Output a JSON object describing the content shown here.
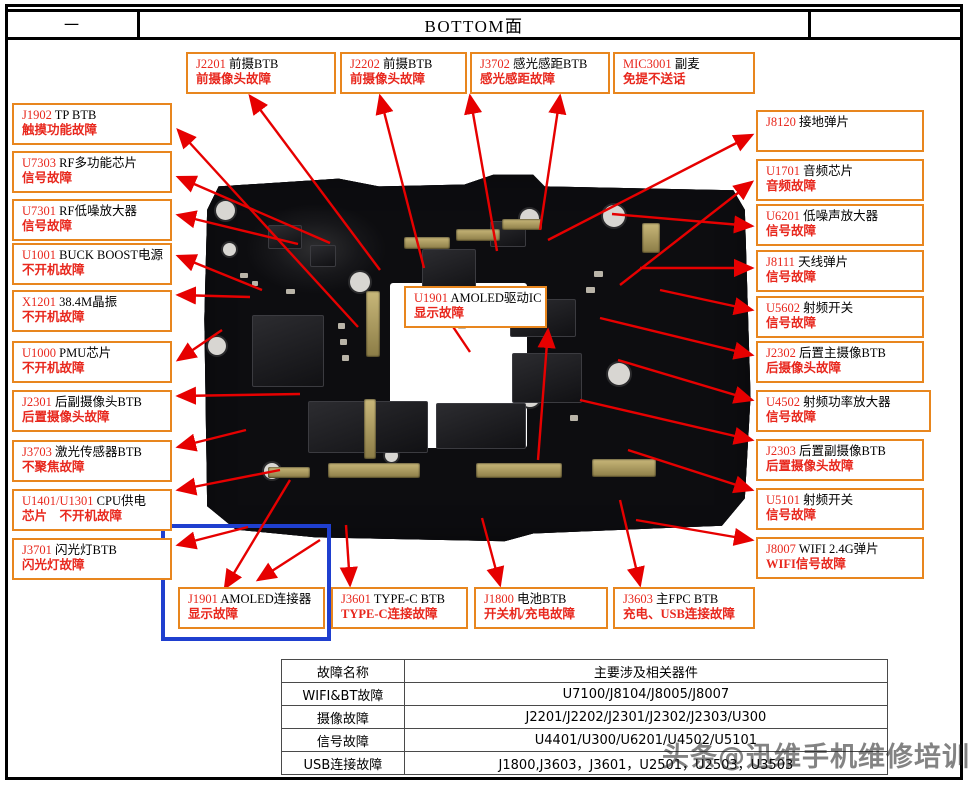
{
  "header": {
    "left_label": "一",
    "title": "BOTTOM面",
    "right_label": ""
  },
  "center_callout": {
    "code": "U1901",
    "name": "AMOLED驱动IC",
    "fault": "显示故障"
  },
  "top_callouts": [
    {
      "code": "J2201",
      "name": "前摄BTB",
      "fault": "前摄像头故障"
    },
    {
      "code": "J2202",
      "name": "前摄BTB",
      "fault": "前摄像头故障"
    },
    {
      "code": "J3702",
      "name": "感光感距BTB",
      "fault": "感光感距故障"
    },
    {
      "code": "MIC3001",
      "name": "副麦",
      "fault": "免提不送话"
    }
  ],
  "left_callouts": [
    {
      "code": "J1902",
      "name": "TP BTB",
      "fault": "触摸功能故障"
    },
    {
      "code": "U7303",
      "name": "RF多功能芯片",
      "fault": "信号故障"
    },
    {
      "code": "U7301",
      "name": "RF低噪放大器",
      "fault": "信号故障"
    },
    {
      "code": "U1001",
      "name": "BUCK BOOST电源",
      "fault": "不开机故障"
    },
    {
      "code": "X1201",
      "name": "38.4M晶振",
      "fault": "不开机故障"
    },
    {
      "code": "U1000",
      "name": "PMU芯片",
      "fault": "不开机故障"
    },
    {
      "code": "J2301",
      "name": "后副摄像头BTB",
      "fault": "后置摄像头故障"
    },
    {
      "code": "J3703",
      "name": "激光传感器BTB",
      "fault": "不聚焦故障"
    },
    {
      "code": "U1401/U1301",
      "name": "CPU供电",
      "fault": "芯片　不开机故障"
    },
    {
      "code": "J3701",
      "name": "闪光灯BTB",
      "fault": "闪光灯故障"
    }
  ],
  "right_callouts": [
    {
      "code": "J8120",
      "name": "接地弹片",
      "fault": ""
    },
    {
      "code": "U1701",
      "name": "音频芯片",
      "fault": "音频故障"
    },
    {
      "code": "U6201",
      "name": "低噪声放大器",
      "fault": "信号故障"
    },
    {
      "code": "J8111",
      "name": "天线弹片",
      "fault": "信号故障"
    },
    {
      "code": "U5602",
      "name": "射频开关",
      "fault": "信号故障"
    },
    {
      "code": "J2302",
      "name": "后置主摄像BTB",
      "fault": "后摄像头故障"
    },
    {
      "code": "U4502",
      "name": "射频功率放大器",
      "fault": "信号故障"
    },
    {
      "code": "J2303",
      "name": "后置副摄像BTB",
      "fault": "后置摄像头故障"
    },
    {
      "code": "U5101",
      "name": "射频开关",
      "fault": "信号故障"
    },
    {
      "code": "J8007",
      "name": "WIFI 2.4G弹片",
      "fault": "WIFI信号故障"
    }
  ],
  "bottom_callouts": [
    {
      "code": "J1901",
      "name": "AMOLED连接器",
      "fault": "显示故障"
    },
    {
      "code": "J3601",
      "name": "TYPE-C BTB",
      "fault": "TYPE-C连接故障"
    },
    {
      "code": "J1800",
      "name": "电池BTB",
      "fault": "开关机/充电故障"
    },
    {
      "code": "J3603",
      "name": "主FPC BTB",
      "fault": "充电、USB连接故障"
    }
  ],
  "table": {
    "headers": [
      "故障名称",
      "主要涉及相关器件"
    ],
    "rows": [
      [
        "WIFI&BT故障",
        "U7100/J8104/J8005/J8007"
      ],
      [
        "摄像故障",
        "J2201/J2202/J2301/J2302/J2303/U300"
      ],
      [
        "信号故障",
        "U4401/U300/U6201/U4502/U5101"
      ],
      [
        "USB连接故障",
        "J1800,J3603，J3601，U2501，U2503，U3503"
      ]
    ]
  },
  "watermark": "头条@迅维手机维修培训",
  "colors": {
    "box_border": "#e8861e",
    "code_text": "#e8281e",
    "fault_text": "#e8281e",
    "arrow": "#e60000",
    "highlight_rect": "#1f3fcf",
    "frame": "#000000"
  }
}
